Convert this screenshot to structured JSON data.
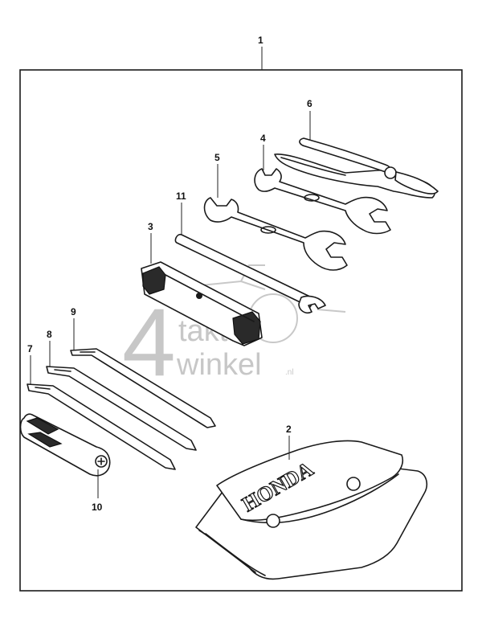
{
  "callouts": {
    "kit": "1",
    "bag": "2",
    "box_wrench": "3",
    "wrench_a": "4",
    "wrench_b": "5",
    "pliers": "6",
    "screwdriver_7": "7",
    "screwdriver_8": "8",
    "screwdriver_9": "9",
    "handle": "10",
    "bar": "11"
  },
  "bag_brand": "HONDA",
  "watermark": {
    "numeral": "4",
    "line1": "takt",
    "line2": "winkel",
    "suffix": ".nl"
  },
  "icons": {
    "pliers": "pliers-icon",
    "wrench": "open-end-wrench-icon",
    "box_wrench": "box-spanner-icon",
    "screwdriver": "screwdriver-blade-icon",
    "handle": "screwdriver-handle-icon",
    "bag": "tool-pouch-icon"
  }
}
